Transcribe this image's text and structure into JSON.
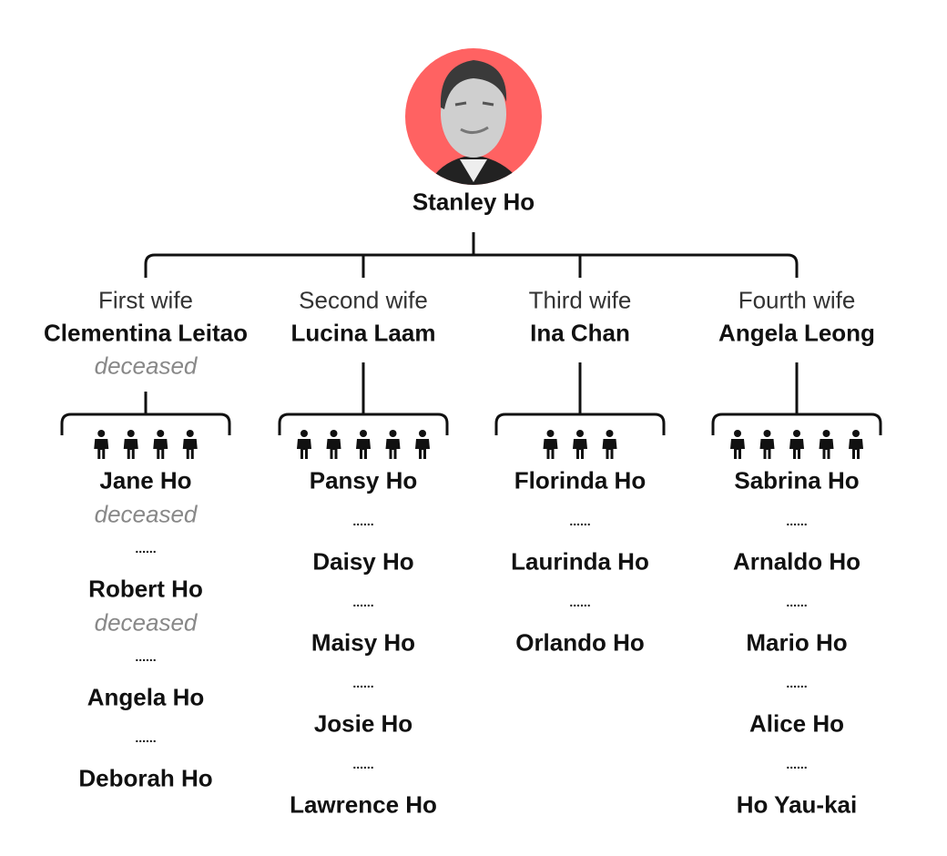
{
  "root": {
    "name": "Stanley Ho",
    "accent": "#ff6262"
  },
  "separator": "......",
  "wives": [
    {
      "role": "First wife",
      "name": "Clementina Leitao",
      "status": "deceased",
      "children": [
        {
          "name": "Jane Ho",
          "status": "deceased"
        },
        {
          "name": "Robert Ho",
          "status": "deceased"
        },
        {
          "name": "Angela Ho"
        },
        {
          "name": "Deborah Ho"
        }
      ]
    },
    {
      "role": "Second wife",
      "name": "Lucina Laam",
      "children": [
        {
          "name": "Pansy Ho"
        },
        {
          "name": "Daisy Ho"
        },
        {
          "name": "Maisy Ho"
        },
        {
          "name": "Josie Ho"
        },
        {
          "name": "Lawrence Ho"
        }
      ]
    },
    {
      "role": "Third wife",
      "name": "Ina Chan",
      "children": [
        {
          "name": "Florinda Ho"
        },
        {
          "name": "Laurinda Ho"
        },
        {
          "name": "Orlando Ho"
        }
      ]
    },
    {
      "role": "Fourth wife",
      "name": "Angela Leong",
      "children": [
        {
          "name": "Sabrina Ho"
        },
        {
          "name": "Arnaldo Ho"
        },
        {
          "name": "Mario Ho"
        },
        {
          "name": "Alice Ho"
        },
        {
          "name": "Ho Yau-kai"
        }
      ]
    }
  ]
}
